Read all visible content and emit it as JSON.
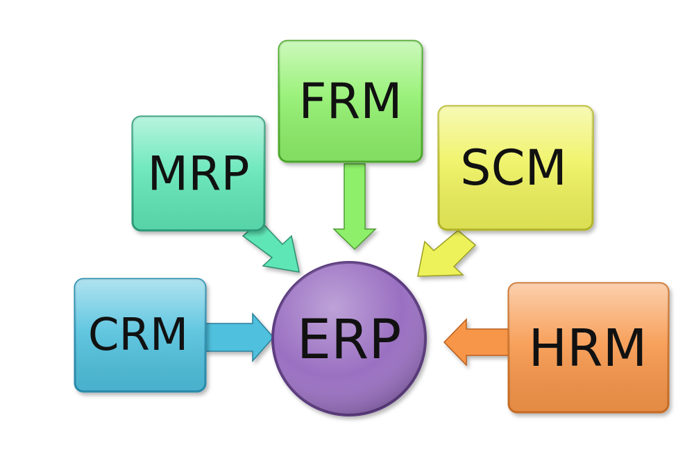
{
  "diagram": {
    "center": {
      "label": "ERP",
      "color": "#9a6fc2"
    },
    "modules": [
      {
        "id": "mrp",
        "label": "MRP",
        "color": "#5fe6b7"
      },
      {
        "id": "frm",
        "label": "FRM",
        "color": "#8ef06a"
      },
      {
        "id": "scm",
        "label": "SCM",
        "color": "#eef25a"
      },
      {
        "id": "crm",
        "label": "CRM",
        "color": "#4fc0dd"
      },
      {
        "id": "hrm",
        "label": "HRM",
        "color": "#f7964a"
      }
    ]
  }
}
